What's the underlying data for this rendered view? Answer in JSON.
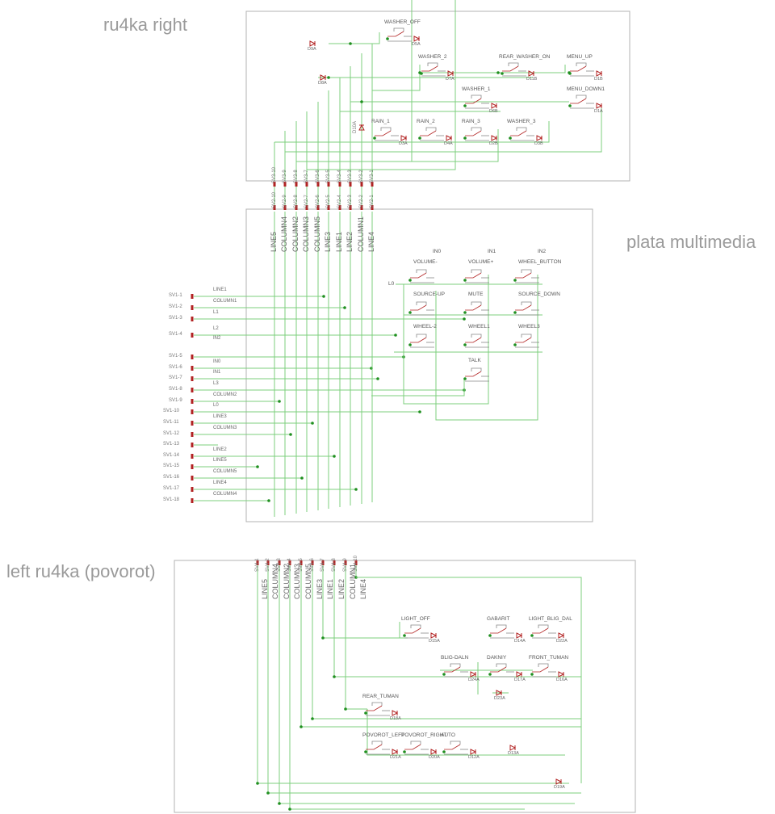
{
  "titles": {
    "right": "ru4ka right",
    "multimedia": "plata multimedia",
    "left": "left ru4ka (povorot)"
  },
  "sv2_pins": [
    "SV2-10",
    "SV2-9",
    "SV2-8",
    "SV2-7",
    "SV2-6",
    "SV2-5",
    "SV2-4",
    "SV2-3",
    "SV2-2",
    "SV2-1"
  ],
  "sv3_pins": [
    "SV3-10",
    "SV3-9",
    "SV3-8",
    "SV3-7",
    "SV3-6",
    "SV3-5",
    "SV3-4",
    "SV3-3",
    "SV3-2",
    "SV3-1"
  ],
  "sv2_signals": [
    "LINE5",
    "COLUMN4",
    "COLUMN2",
    "COLUMN3",
    "COLUMN5",
    "LINE3",
    "LINE1",
    "LINE2",
    "COLUMN1",
    "LINE4"
  ],
  "sv1": [
    {
      "pin": "SV1-1",
      "sig": "LINE1"
    },
    {
      "pin": "SV1-2",
      "sig": "COLUMN1"
    },
    {
      "pin": "SV1-3",
      "sig": "L1"
    },
    {
      "pin": "SV1-4",
      "sig": "L2"
    },
    {
      "pin": "",
      "sig": "IN2"
    },
    {
      "pin": "SV1-5",
      "sig": ""
    },
    {
      "pin": "SV1-6",
      "sig": "IN0"
    },
    {
      "pin": "SV1-7",
      "sig": "IN1"
    },
    {
      "pin": "SV1-8",
      "sig": "L3"
    },
    {
      "pin": "SV1-9",
      "sig": "COLUMN2"
    },
    {
      "pin": "SV1-10",
      "sig": "L0"
    },
    {
      "pin": "SV1-11",
      "sig": "LINE3"
    },
    {
      "pin": "SV1-12",
      "sig": "COLUMN3"
    },
    {
      "pin": "SV1-13",
      "sig": ""
    },
    {
      "pin": "SV1-14",
      "sig": "LINE2"
    },
    {
      "pin": "SV1-15",
      "sig": "LINE5"
    },
    {
      "pin": "SV1-16",
      "sig": "COLUMN5"
    },
    {
      "pin": "SV1-17",
      "sig": "LINE4"
    },
    {
      "pin": "SV1-18",
      "sig": "COLUMN4"
    }
  ],
  "sv4_pins": [
    "SV4-1",
    "SV4-2",
    "SV4-3",
    "SV4-4",
    "SV4-5",
    "SV4-6",
    "SV4-7",
    "SV4-8",
    "SV4-9",
    "SV4-10"
  ],
  "sv4_signals": [
    "LINE5",
    "COLUMN4",
    "COLUMN2",
    "COLUMN3",
    "COLUMN5",
    "LINE3",
    "LINE1",
    "LINE2",
    "COLUMN1",
    "LINE4"
  ],
  "multimedia_inputs": [
    "IN0",
    "IN1",
    "IN2"
  ],
  "multimedia_row_label": "L0",
  "switches": {
    "right": [
      "WASHER_OFF",
      "WASHER_2",
      "REAR_WASHER_ON",
      "MENU_UP",
      "WASHER_1",
      "MENU_DOWN1",
      "RAIN_1",
      "RAIN_2",
      "RAIN_3",
      "WASHER_3"
    ],
    "multimedia": [
      "VOLUME-",
      "VOLUME+",
      "WHEEL_BUTTON",
      "SOURCE-UP",
      "MUTE",
      "SOURCE_DOWN",
      "WHEEL-2",
      "WHEEL1",
      "WHEEL3",
      "TALK"
    ],
    "left": [
      "LIGHT_OFF",
      "GABARIT",
      "LIGHT_BLIG_DAL",
      "BLIG-DALN",
      "DAKNIY",
      "FRONT_TUMAN",
      "REAR_TUMAN",
      "POVOROT_LEFT",
      "POVOROT_RIGHT",
      "AUTO"
    ]
  },
  "diodes": {
    "right": [
      "D9A",
      "D8A",
      "D10A",
      "D5A",
      "D7A",
      "D11B",
      "D1B",
      "D6B",
      "D1A",
      "D3A",
      "D4A",
      "D2B",
      "D3B"
    ],
    "left": [
      "D15A",
      "D14A",
      "D22A",
      "D24A",
      "D17A",
      "D16A",
      "D23A",
      "D18A",
      "D21A",
      "D20A",
      "D12A",
      "D13A",
      "D19A"
    ]
  },
  "colors": {
    "wire": "#7ccf7c",
    "frame": "#b3b3b3",
    "diode": "#b22222",
    "title": "#9a9a9a"
  }
}
